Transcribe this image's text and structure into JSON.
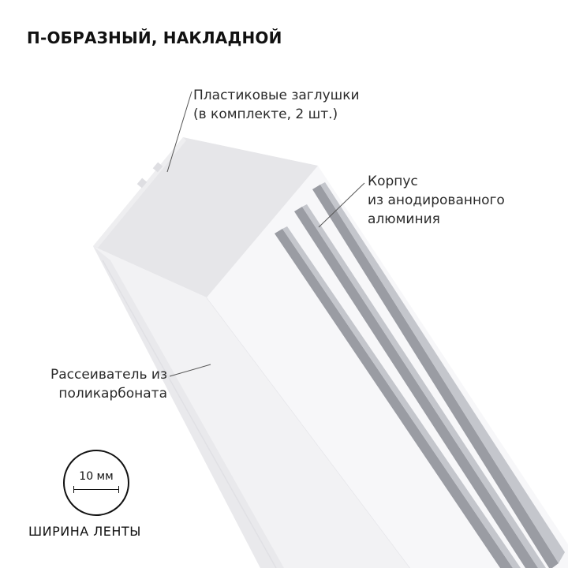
{
  "header": {
    "title": "П-ОБРАЗНЫЙ, НАКЛАДНОЙ"
  },
  "callouts": {
    "caps": {
      "line1": "Пластиковые заглушки",
      "line2": "(в комплекте, 2 шт.)"
    },
    "body": {
      "line1": "Корпус",
      "line2": "из анодированного",
      "line3": "алюминия"
    },
    "diffuser": {
      "line1": "Рассеиватель из",
      "line2": "поликарбоната"
    }
  },
  "tape_width": {
    "value": "10 мм",
    "label": "ШИРИНА ЛЕНТЫ",
    "icon": "width-measure-icon"
  },
  "colors": {
    "text": "#1c1c1c",
    "profile_white": "#f4f4f6",
    "cap_gray": "#e4e4e7",
    "groove_gray": "#9a9ca3"
  }
}
